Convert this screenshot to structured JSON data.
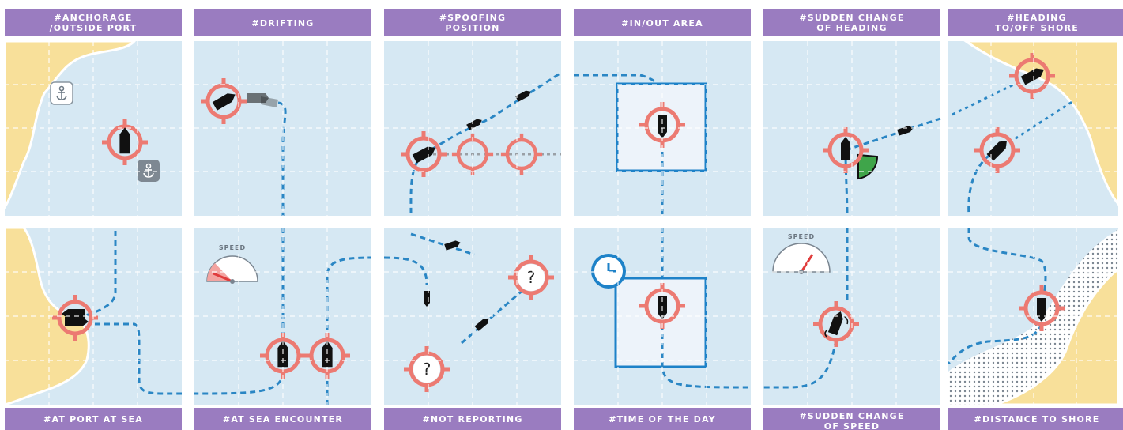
{
  "colors": {
    "sea": "#d6e8f3",
    "land": "#f8e09a",
    "target_ring": "#ec7a72",
    "route": "#2a86c4",
    "header": "#9a7cc0",
    "area_box": "#1e82c8",
    "gauge_needle": "#e03c3c"
  },
  "top_labels": [
    {
      "line1": "#ANCHORAGE",
      "line2": "/OUTSIDE PORT"
    },
    {
      "line1": "#DRIFTING",
      "line2": ""
    },
    {
      "line1": "#SPOOFING",
      "line2": "POSITION"
    },
    {
      "line1": "#IN/OUT AREA",
      "line2": ""
    },
    {
      "line1": "#SUDDEN CHANGE",
      "line2": "OF HEADING"
    },
    {
      "line1": "#HEADING",
      "line2": "TO/OFF SHORE"
    }
  ],
  "bottom_labels": [
    {
      "line1": "#AT PORT AT SEA",
      "line2": ""
    },
    {
      "line1": "#AT SEA ENCOUNTER",
      "line2": ""
    },
    {
      "line1": "#NOT REPORTING",
      "line2": ""
    },
    {
      "line1": "#TIME OF THE DAY",
      "line2": ""
    },
    {
      "line1": "#SUDDEN CHANGE",
      "line2": "OF SPEED"
    },
    {
      "line1": "#DISTANCE TO SHORE",
      "line2": ""
    }
  ],
  "gauges": {
    "drifting_speed_label": "SPEED",
    "sudden_speed_label": "SPEED"
  },
  "not_reporting": {
    "unknown_mark_1": "?",
    "unknown_mark_2": "?"
  },
  "icons": [
    "anchor-icon",
    "clock-icon",
    "vessel-icon",
    "target-reticle-icon",
    "speed-gauge-icon"
  ]
}
